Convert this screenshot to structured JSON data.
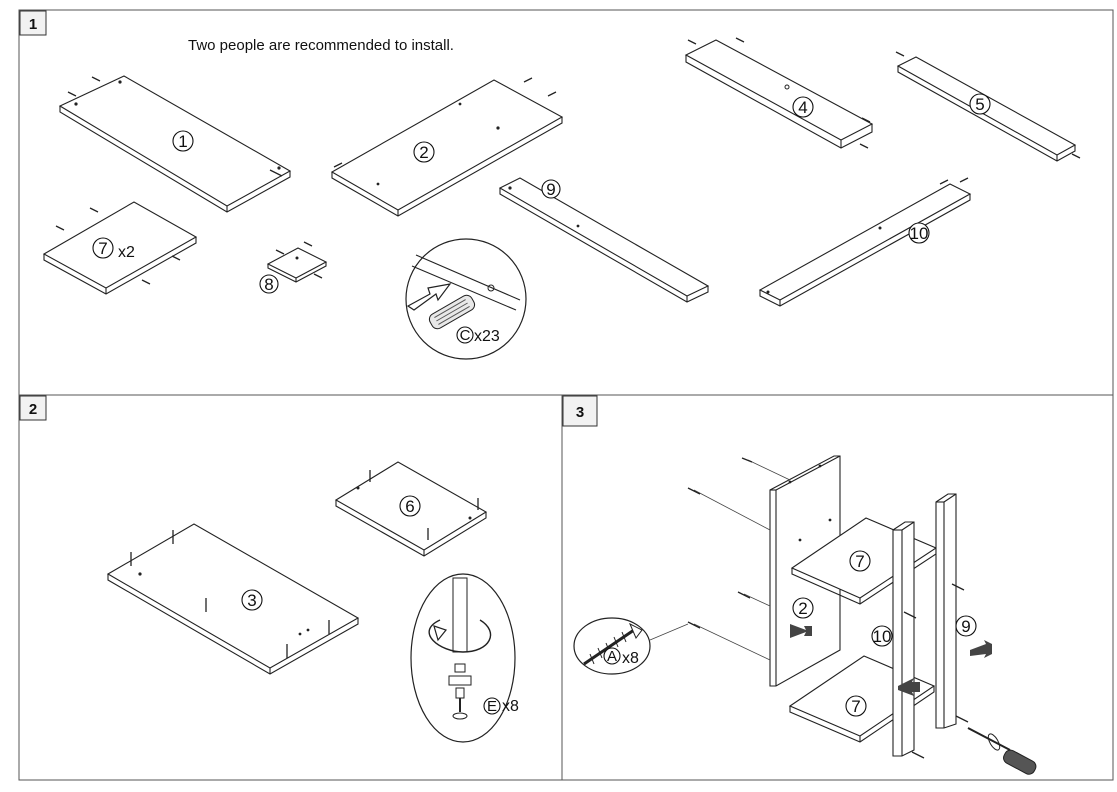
{
  "steps": [
    {
      "number": "1",
      "note": "Two people are recommended to install."
    },
    {
      "number": "2"
    },
    {
      "number": "3"
    }
  ],
  "step1": {
    "part1": "1",
    "part2": "2",
    "part4": "4",
    "part5": "5",
    "part7": "7",
    "part7_qty": "x2",
    "part8": "8",
    "part9": "9",
    "part10": "10",
    "dowel_letter": "C",
    "dowel_qty": "x23"
  },
  "step2": {
    "part3": "3",
    "part6": "6",
    "cam_letter": "E",
    "cam_qty": "x8"
  },
  "step3": {
    "part7_top": "7",
    "part7_bottom": "7",
    "part2": "2",
    "part10": "10",
    "part9": "9",
    "screw_letter": "A",
    "screw_qty": "x8"
  },
  "colors": {
    "line": "#222222",
    "frame": "#555555",
    "background": "#ffffff",
    "arrow": "#333333"
  }
}
